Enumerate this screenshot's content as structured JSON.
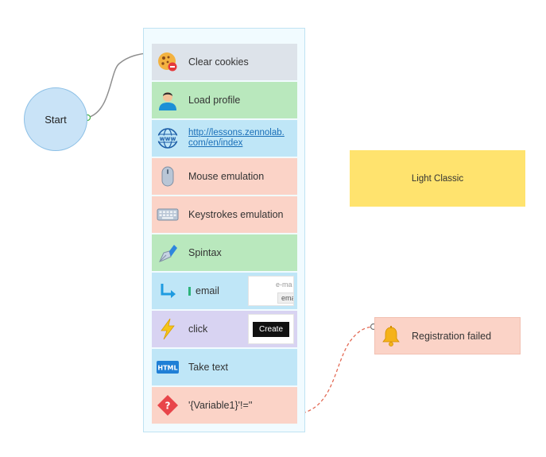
{
  "start": {
    "label": "Start"
  },
  "blocks": [
    {
      "label": "Clear cookies",
      "icon": "cookie-icon",
      "color": "#dde3ea"
    },
    {
      "label": "Load profile",
      "icon": "user-profile-icon",
      "color": "#b9e8bd"
    },
    {
      "label": "http://lessons.zennolab.com/en/index",
      "icon": "www-globe-icon",
      "color": "#bfe6f7"
    },
    {
      "label": "Mouse emulation",
      "icon": "mouse-icon",
      "color": "#fbd3c7"
    },
    {
      "label": "Keystrokes emulation",
      "icon": "keyboard-icon",
      "color": "#fbd3c7"
    },
    {
      "label": "Spintax",
      "icon": "pen-icon",
      "color": "#b9e8bd"
    },
    {
      "label": "email",
      "icon": "arrow-right-icon",
      "color": "#bfe6f7",
      "thumb_placeholder": "e-ma",
      "thumb_field": "ema"
    },
    {
      "label": "click",
      "icon": "lightning-icon",
      "color": "#d8d3f2",
      "thumb_button": "Create"
    },
    {
      "label": "Take text",
      "icon": "html-icon",
      "color": "#bfe6f7"
    },
    {
      "label": "'{Variable1}'!=''",
      "icon": "question-diamond-icon",
      "color": "#fbd3c7"
    }
  ],
  "note": {
    "label": "Light Classic",
    "color": "#ffe36e"
  },
  "fail": {
    "label": "Registration failed",
    "icon": "bell-icon",
    "color": "#fbd3c7"
  },
  "html_icon_text": "HTML",
  "www_icon_text": "www",
  "question_icon_text": "?"
}
